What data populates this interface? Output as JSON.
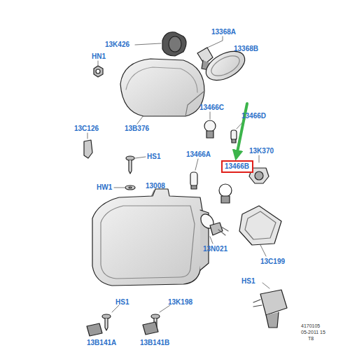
{
  "diagram": {
    "nodes": [
      {
        "text": [
          "13466B"
        ]
      }
    ],
    "labels": [
      "13K426",
      "13368A",
      "13368B",
      "HN1",
      "13466C",
      "13466D",
      "13C126",
      "13B376",
      "HS1",
      "13466A",
      "13K370",
      "HW1",
      "13008",
      "13N021",
      "13C199",
      "HS1",
      "HS1",
      "13K198",
      "13B141A",
      "13B141B",
      "4170105",
      "05-2011 15",
      "T8"
    ]
  }
}
